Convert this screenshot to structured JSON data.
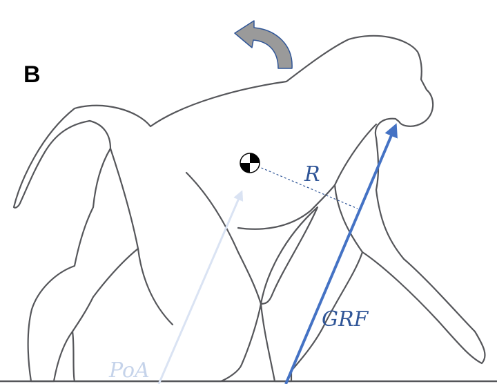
{
  "panel_label": "B",
  "labels": {
    "moment_arm": "R",
    "ground_reaction_force": "GRF",
    "point_of_application": "PoA"
  },
  "colors": {
    "outline": "#55565a",
    "grf_arrow": "#4472c4",
    "poa_arrow": "#dae3f3",
    "rotation_arrow_fill": "#9a9a9a",
    "rotation_arrow_stroke": "#2f5597",
    "label_text": "#2f5597",
    "poa_text": "#c5d3ea"
  },
  "icons": {
    "rotation": "curved-arrow-icon",
    "center_of_mass": "center-of-mass-icon"
  }
}
